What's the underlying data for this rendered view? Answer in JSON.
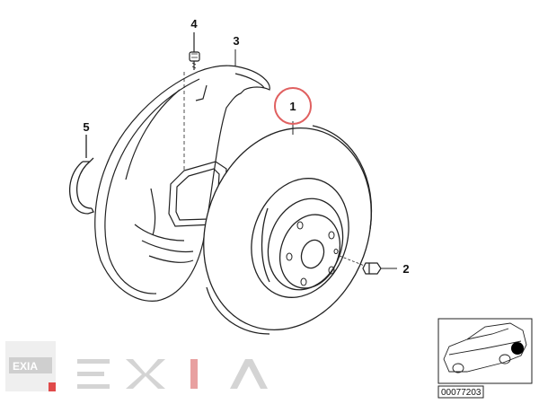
{
  "callouts": {
    "c1": "1",
    "c2": "2",
    "c3": "3",
    "c4": "4",
    "c5": "5"
  },
  "inset": {
    "part_number": "00077203"
  },
  "watermark": {
    "text": "EXIA",
    "color_light": "#d8d8d8",
    "color_mid": "#bdbdbd",
    "accent": "#e04a4a"
  },
  "colors": {
    "highlight_circle": "#e06060",
    "stroke": "#222222"
  }
}
